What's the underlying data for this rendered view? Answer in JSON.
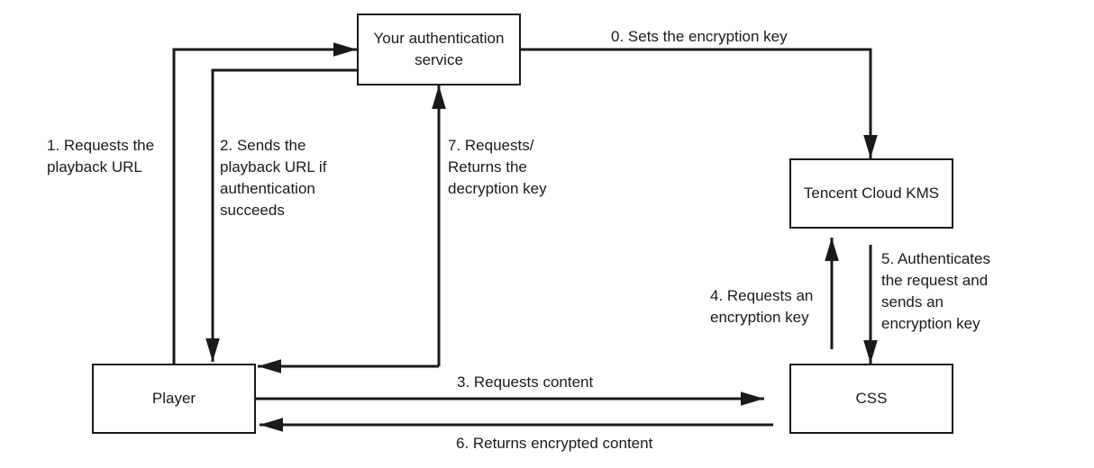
{
  "nodes": {
    "auth_service": {
      "label": "Your authentication\nservice"
    },
    "kms": {
      "label": "Tencent Cloud KMS"
    },
    "player": {
      "label": "Player"
    },
    "css": {
      "label": "CSS"
    }
  },
  "edges": {
    "step0": "0. Sets the encryption key",
    "step1": "1. Requests the\nplayback URL",
    "step2": "2. Sends the\nplayback URL if\nauthentication\nsucceeds",
    "step3": "3. Requests content",
    "step4": "4. Requests an\nencryption key",
    "step5": "5. Authenticates\nthe request and\nsends an\nencryption key",
    "step6": "6. Returns encrypted content",
    "step7": "7. Requests/\nReturns the\ndecryption key"
  },
  "colors": {
    "stroke": "#1a1a1a",
    "background": "#ffffff"
  }
}
